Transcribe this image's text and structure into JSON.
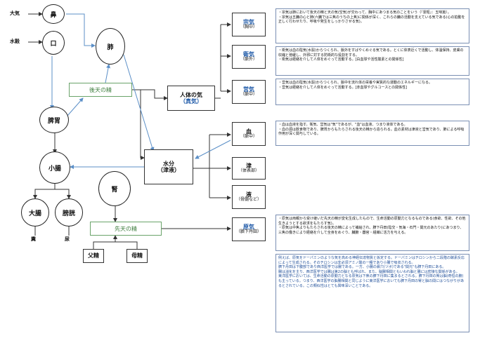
{
  "labels": {
    "taiki": "大気",
    "suikoku": "水穀",
    "kouten": "後天の精",
    "senten": "先天の精",
    "fusei": "父精",
    "bosei": "母精",
    "fun": "糞",
    "nyo": "尿"
  },
  "organs": {
    "hana": "鼻",
    "kuchi": "口",
    "hai": "肺",
    "hii": "脾胃",
    "shouchou": "小腸",
    "jin": "腎",
    "daichou": "大腸",
    "boukou": "膀胱"
  },
  "boxes": {
    "jintai_no_ki": {
      "main": "人体の気",
      "sub": "（真気）"
    },
    "suibun": {
      "main": "水分",
      "sub": "（津液）"
    },
    "souki": {
      "main": "宗気",
      "sub": "（胸中）"
    },
    "eki": {
      "main": "衛気",
      "sub": "（脈外）"
    },
    "eiki": {
      "main": "営気",
      "sub": "（脈中）"
    },
    "ketsu": {
      "main": "血",
      "sub": "（脈中）"
    },
    "shin": {
      "main": "津",
      "sub": "（体表部）"
    },
    "eki_liquid": {
      "main": "液",
      "sub": "（骨髄など）"
    },
    "genki": {
      "main": "原気",
      "sub": "（臍下丹田）"
    }
  },
  "notes": {
    "souki": [
      "・宗気は肺において後天の精と天の気(空気)が交わって、胸中にあつまる気のことをいう（『霊枢』：五味篇）。",
      "・宗気は五臓の心と肺(六臓では三焦のうちの上焦)に関係が深く、これらの臓の活動を支えている気である(心の拍動を正しく行わせたり、呼吸や発生をしっかりさせる気)。"
    ],
    "eki": [
      "・衛気は血の陰気(水穀)からつくられ、脈外をすばやくめぐる気である。とくに体表近くで活動し、体温保持、皮膚の収縮と弛緩し、外邪に対する防衛的な役割をする。",
      "・衛気は経絡を介して人体をめぐって活動する。[白血球や活性酸素との関係性]"
    ],
    "eiki": [
      "・営気は血の陰気(水穀)からつくられ、脈中を流れ体の栄養や実質的な運動のエネルギーになる。",
      "・営気は経絡を介して人体をめぐって活動する。[赤血球やグルコースとの関係性]"
    ],
    "ketsu": [
      "・血は血液を指す。衛気、営気は\"気\"であるが、\"血\"は血液、つまり液体である。",
      "・血の源は飲食物であり、脾胃からもたらされる後天の精から造られる。血の素材は津液と営気であり、肺による呼吸作用が深く関与している。"
    ],
    "genki": [
      "・原気は両親から受け継いだ先天の精が変化生成したもので、生命活動の原動力となるものである(食欲、性欲、その他生きようとする欲求をもたらす気)。",
      "・原気は中焦よりもたらされる後天の精によって補給され、臍下丹田(陰交・気海・石門・関元のあたり)にあつまり、三焦の働きにより経絡を介して全身をめぐり、臓腑・器官・組織に活力を与える。"
    ],
    "bottom": [
      "例えば、原気をドーパミンのような気を高める神経伝達物質と仮定する。ドーパミンはチロシンから二段階の酵素反応によって生成される。そのチロシンは非必須アミノ酸の一種であり小腸で吸収される。",
      "臍下丹田は下腹部であり西洋医学では腸である。一方、小腸の募穴(ツボ)である\"関元\"も臍下丹田にある。",
      "腸は消化を主り、西洋医学では腸は第2の脳とも呼ばれ、また、脳腸相関ともいわれ脳と腸には密接な関係がある。",
      "東洋医学においては、生命活動の原動力となる原気は下焦の臍下丹田に集まるとされる。臍下丹田の腎は脳(奇恒の腑)も主っている。つまり、西洋医学の脳腸相関と同じように東洋医学においても臍下丹田の腎と脳の間にはつながりがあるとされている。この類似性はとても興味深いことである。"
    ]
  },
  "colors": {
    "line": "#333333",
    "blue_arrow": "#5b8fc7",
    "green_box": "#6aa36a",
    "note_border": "#7a8fb3",
    "blue_text": "#1f5aa8"
  }
}
